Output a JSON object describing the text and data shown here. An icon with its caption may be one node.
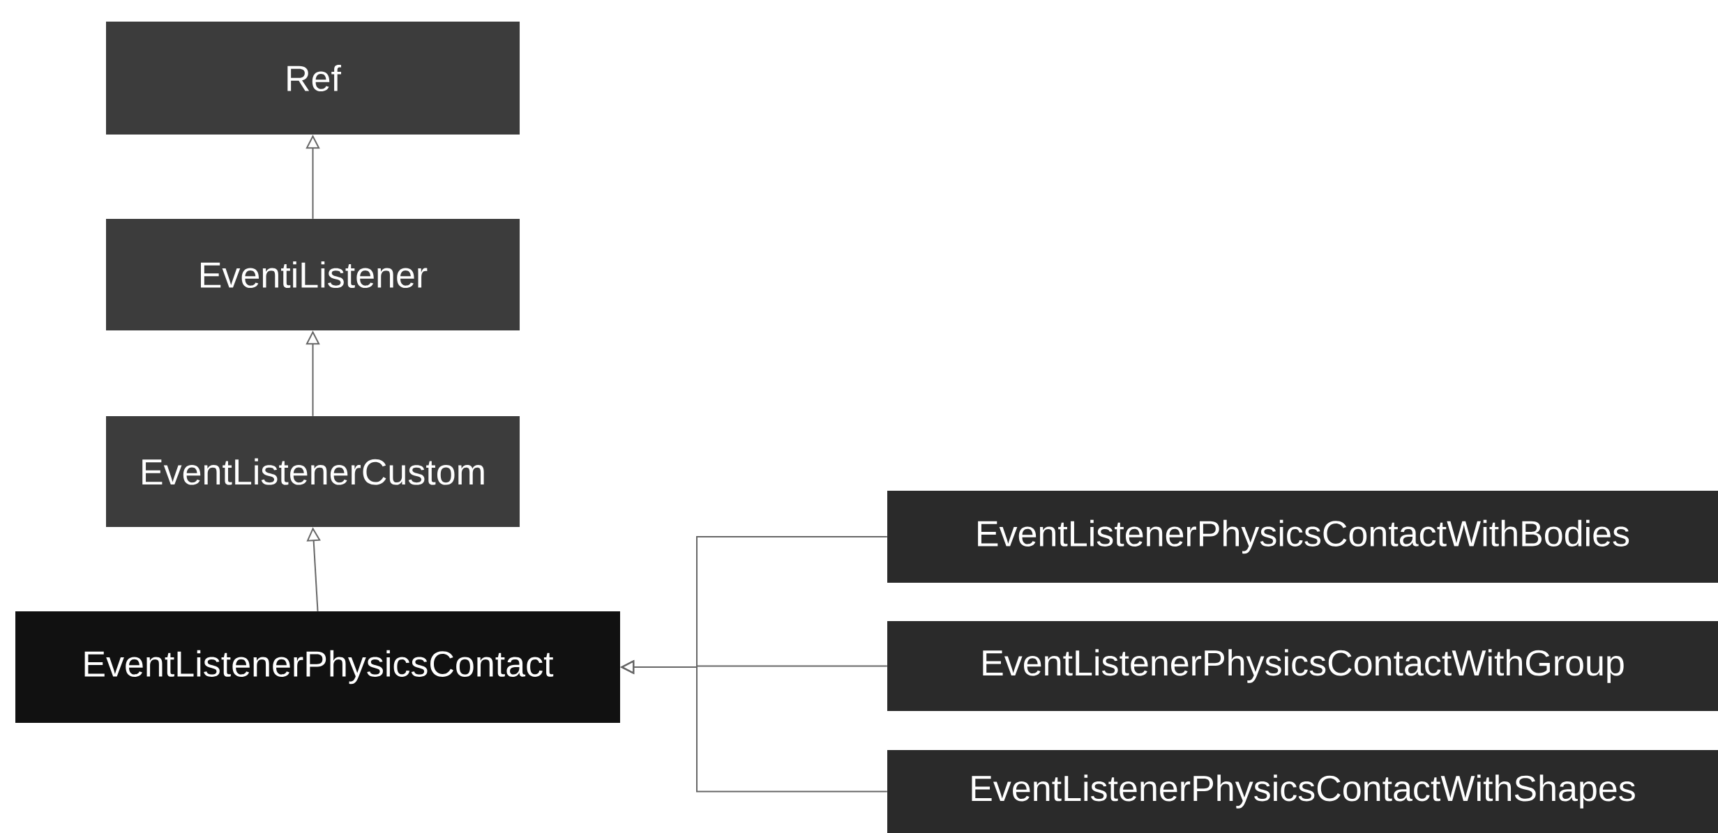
{
  "diagram": {
    "nodes": [
      {
        "text": [
          "Ref"
        ]
      },
      {
        "text": [
          "EventiListener"
        ]
      },
      {
        "text": [
          "EventListenerCustom"
        ]
      },
      {
        "text": [
          "EventListenerPhysicsContact"
        ]
      },
      {
        "text": [
          "EventListenerPhysicsContactWithBodies"
        ]
      },
      {
        "text": [
          "EventListenerPhysicsContactWithGroup"
        ]
      },
      {
        "text": [
          "EventListenerPhysicsContactWithShapes"
        ]
      }
    ],
    "edges": [
      {
        "from": 1,
        "to": 0,
        "arrow": "to"
      },
      {
        "from": 2,
        "to": 1,
        "arrow": "to"
      },
      {
        "from": 3,
        "to": 2,
        "arrow": "to"
      },
      {
        "from": 4,
        "to": 3,
        "arrow": "to"
      },
      {
        "from": 5,
        "to": 3,
        "arrow": "to"
      },
      {
        "from": 6,
        "to": 3,
        "arrow": "to"
      }
    ]
  }
}
